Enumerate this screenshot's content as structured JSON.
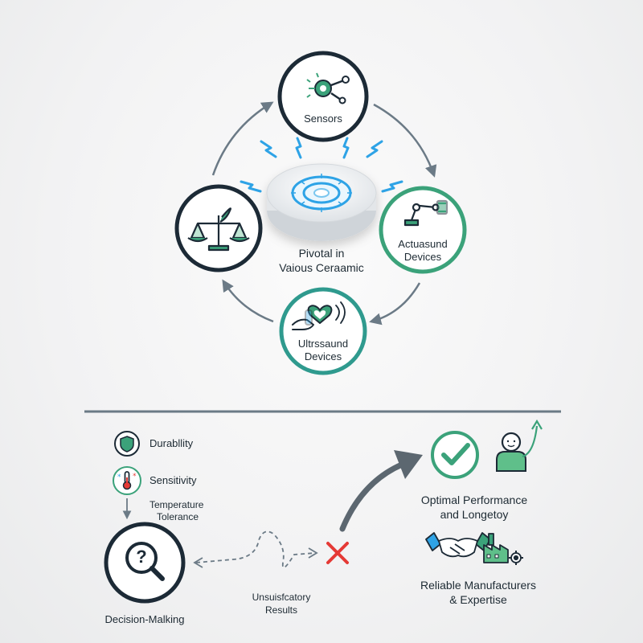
{
  "top": {
    "nodes": {
      "sensors": "Sensors",
      "actuators_l1": "Actuasund",
      "actuators_l2": "Devices",
      "ultrasound_l1": "Ultrssaund",
      "ultrasound_l2": "Devices"
    },
    "center_l1": "Pivotal in",
    "center_l2": "Vaious Ceraamic"
  },
  "bottom": {
    "durability": "Durabllity",
    "sensitivity": "Sensitivity",
    "temp_l1": "Temperature",
    "temp_l2": "Tolerance",
    "decision": "Decision-Malking",
    "unsat_l1": "Unsuisfcatory",
    "unsat_l2": "Results",
    "optimal_l1": "Optimal Performance",
    "optimal_l2": "and Longetoy",
    "reliable_l1": "Reliable Manufacturers",
    "reliable_l2": "& Expertise"
  },
  "colors": {
    "navy": "#1c2a36",
    "green": "#3ba27a",
    "teal": "#2f9a8e",
    "blue": "#2ea3e6",
    "gray_arrow": "#6b7a86",
    "red": "#e53935"
  },
  "icons": [
    "circuit-node-icon",
    "robot-arm-icon",
    "hand-heart-icon",
    "balance-scale-icon",
    "shield-icon",
    "thermometer-icon",
    "magnifier-question-icon",
    "cross-icon",
    "checkmark-icon",
    "person-icon",
    "handshake-icon",
    "factory-gear-icon"
  ]
}
